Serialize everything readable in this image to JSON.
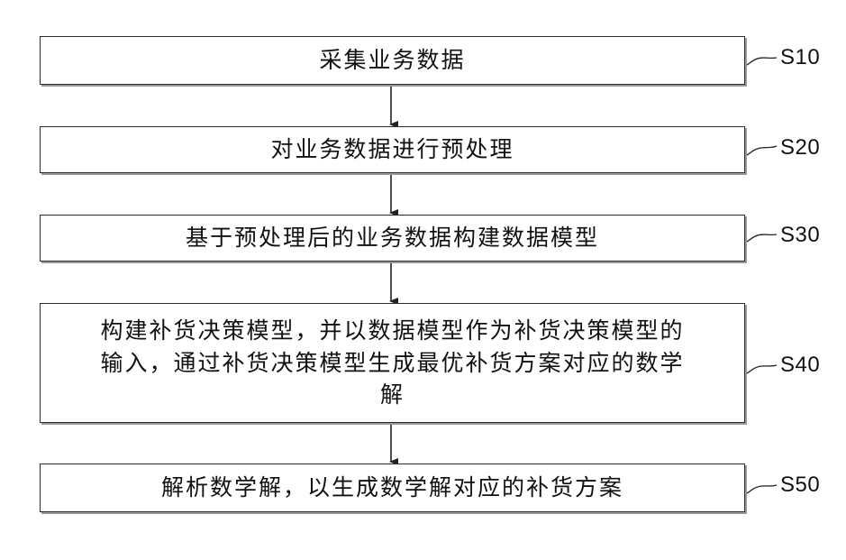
{
  "steps": [
    {
      "text": "采集业务数据",
      "label": "S10"
    },
    {
      "text": "对业务数据进行预处理",
      "label": "S20"
    },
    {
      "text": "基于预处理后的业务数据构建数据模型",
      "label": "S30"
    },
    {
      "text": "构建补货决策模型，并以数据模型作为补货决策模型的\n输入，通过补货决策模型生成最优补货方案对应的数学\n解",
      "label": "S40"
    },
    {
      "text": "解析数学解，以生成数学解对应的补货方案",
      "label": "S50"
    }
  ]
}
